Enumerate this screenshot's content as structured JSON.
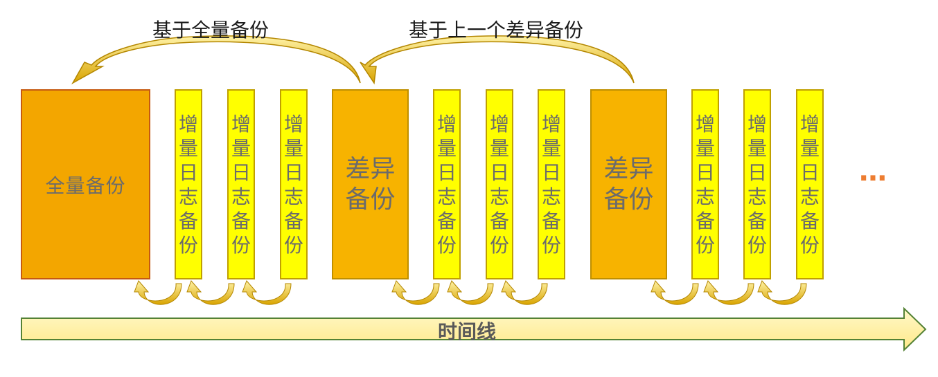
{
  "labels": {
    "arrow_full": "基于全量备份",
    "arrow_diff": "基于上一个差异备份"
  },
  "boxes": {
    "full": "全量备份",
    "diff": "差异备份",
    "incr": "增量日志备份"
  },
  "timeline": "时间线",
  "ellipsis": "…",
  "colors": {
    "full_fill": "#f3a600",
    "diff_fill": "#f7b300",
    "incr_fill": "#ffff00",
    "arrow": "#e6b800",
    "timeline_fill": "#fff2a0",
    "timeline_stroke": "#548235",
    "ellipsis": "#ed7d31"
  }
}
